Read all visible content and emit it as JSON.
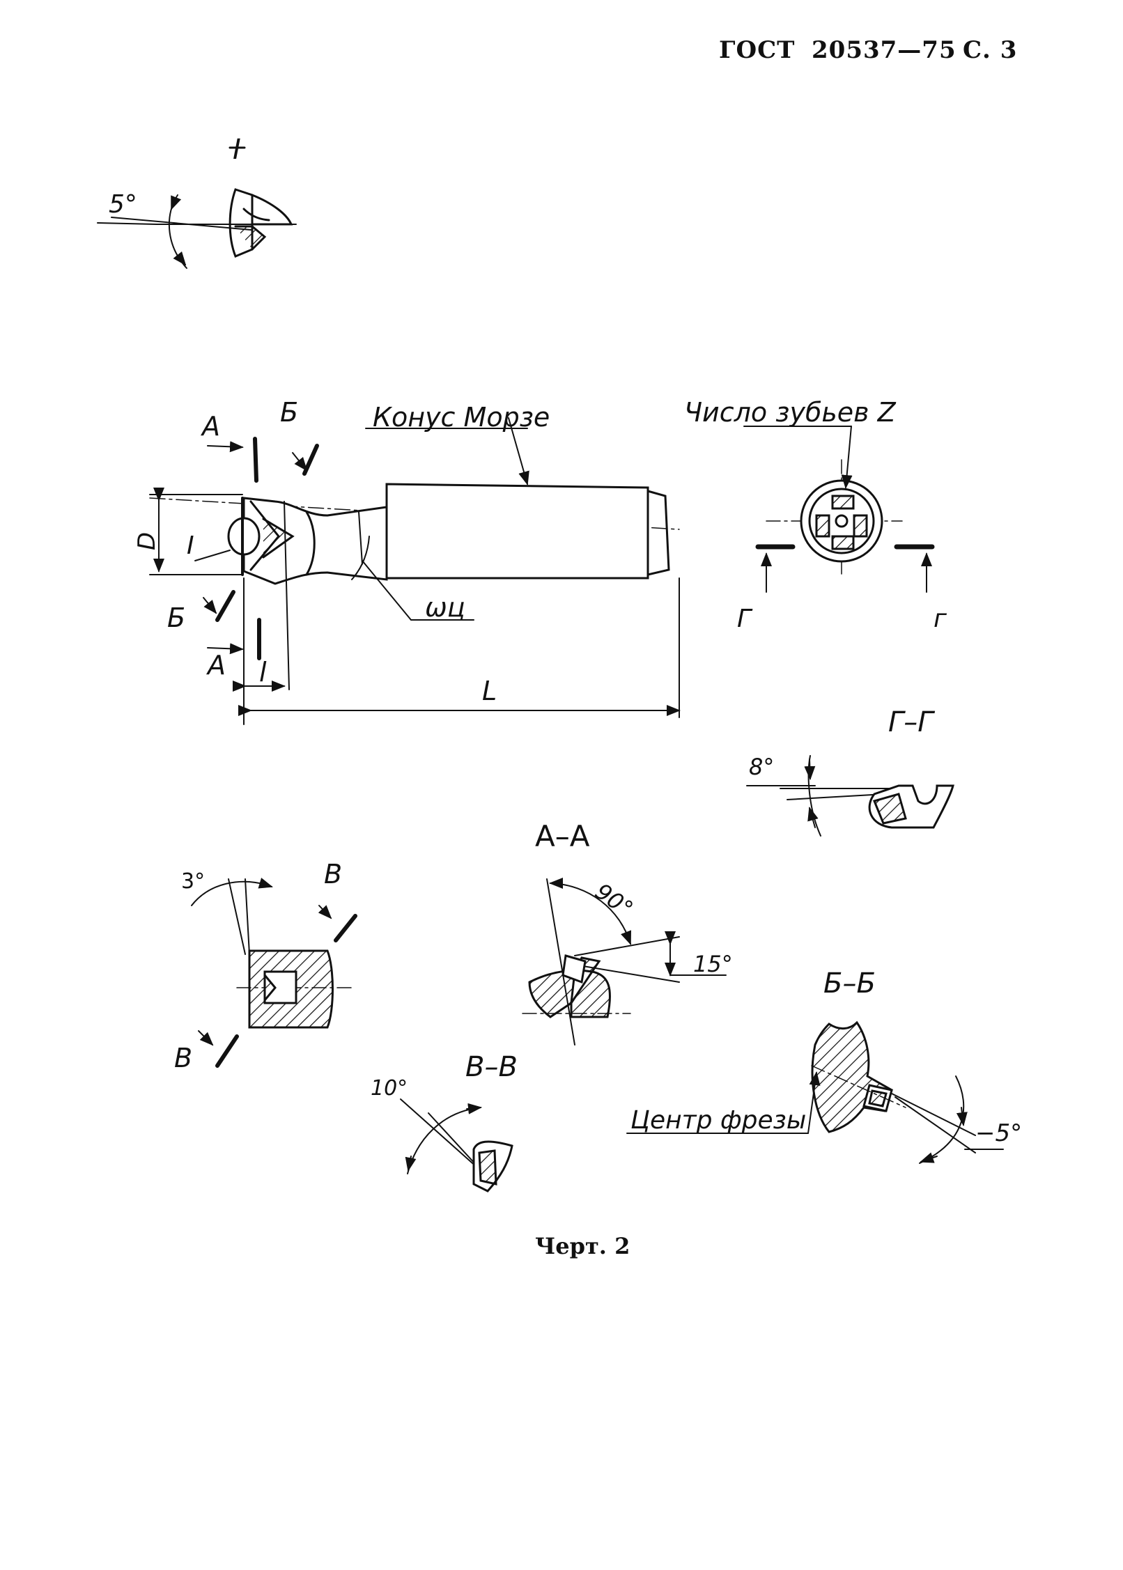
{
  "header": {
    "standard": "ГОСТ",
    "number": "20537—75",
    "page": "С. 3"
  },
  "labels": {
    "detail_I": "I",
    "angle_5": "5°",
    "arrow_A": "А",
    "arrow_B_cyr": "Б",
    "morse_cone": "Конус Морзе",
    "teeth_count": "Число зубьев Z",
    "dim_D": "D",
    "mark_I": "I",
    "omega": "ωц",
    "dim_l": "l",
    "dim_L": "L",
    "arrow_G": "Г",
    "arrow_g": "г",
    "section_GG": "Г–Г",
    "angle_8": "8°",
    "section_AA": "А–А",
    "angle_3": "3°",
    "arrow_V": "В",
    "angle_90": "90°",
    "angle_15": "15°",
    "section_BB": "Б–Б",
    "angle_10": "10°",
    "section_VV": "В–В",
    "mill_center": "Центр фрезы",
    "angle_m5": "−5°"
  },
  "caption": "Черт. 2"
}
